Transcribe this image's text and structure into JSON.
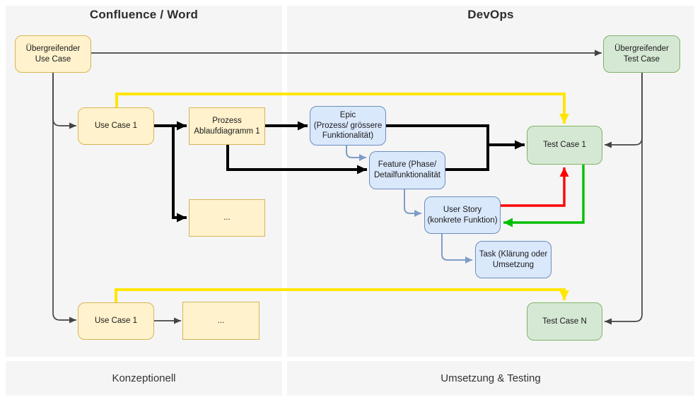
{
  "colors": {
    "panel_background": "#f5f5f5",
    "page_background": "#ffffff",
    "yellow_node_fill": "#fff2cc",
    "yellow_node_border": "#d6b656",
    "green_node_fill": "#d5e8d4",
    "green_node_border": "#82b366",
    "blue_node_fill": "#dae8fc",
    "blue_node_border": "#6c8ebf",
    "thin_connector": "#444444",
    "thick_connector": "#000000",
    "yellow_connector": "#ffe600",
    "red_connector": "#ff0000",
    "green_connector": "#00bf00",
    "blue_connector": "#7e9cc9"
  },
  "sections": {
    "left": {
      "title": "Confluence / Word",
      "footer": "Konzeptionell"
    },
    "right": {
      "title": "DevOps",
      "footer": "Umsetzung & Testing"
    }
  },
  "nodes": {
    "uebergreifender_use_case": {
      "label": "Übergreifender\nUse Case"
    },
    "use_case_1_mid": {
      "label": "Use Case 1"
    },
    "prozess_ablaufdiagramm_1": {
      "label": "Prozess\nAblaufdiagramm 1"
    },
    "placeholder_mid": {
      "label": "..."
    },
    "epic": {
      "label": "Epic\n(Prozess/ grössere\nFunktionalität)"
    },
    "feature": {
      "label": "Feature (Phase/\nDetailfunktionalität"
    },
    "user_story": {
      "label": "User Story\n(konkrete Funktion)"
    },
    "task": {
      "label": "Task (Klärung oder\nUmsetzung"
    },
    "test_case_1": {
      "label": "Test Case 1"
    },
    "use_case_1_bottom": {
      "label": "Use Case 1"
    },
    "placeholder_bottom": {
      "label": "..."
    },
    "test_case_n": {
      "label": "Test Case N"
    },
    "uebergreifender_test_case": {
      "label": "Übergreifender\nTest Case"
    }
  },
  "edges": [
    {
      "id": "uuc-to-utc",
      "from": "uebergreifender_use_case",
      "to": "uebergreifender_test_case",
      "style": "thin-black"
    },
    {
      "id": "uuc-to-uc1-mid",
      "from": "uebergreifender_use_case",
      "to": "use_case_1_mid",
      "style": "thin-black"
    },
    {
      "id": "uuc-to-uc1-bottom",
      "from": "uebergreifender_use_case",
      "to": "use_case_1_bottom",
      "style": "thin-black"
    },
    {
      "id": "uc1-to-prozess",
      "from": "use_case_1_mid",
      "to": "prozess_ablaufdiagramm_1",
      "style": "thick-black"
    },
    {
      "id": "uc1-to-placeholder",
      "from": "use_case_1_mid",
      "to": "placeholder_mid",
      "style": "thick-black"
    },
    {
      "id": "prozess-to-epic",
      "from": "prozess_ablaufdiagramm_1",
      "to": "epic",
      "style": "thick-black"
    },
    {
      "id": "prozess-to-feature",
      "from": "prozess_ablaufdiagramm_1",
      "to": "feature",
      "style": "thick-black"
    },
    {
      "id": "epic-feature-to-tc1",
      "from": "epic",
      "to": "test_case_1",
      "style": "thick-black"
    },
    {
      "id": "epic-to-feature",
      "from": "epic",
      "to": "feature",
      "style": "blue"
    },
    {
      "id": "feature-to-userstory",
      "from": "feature",
      "to": "user_story",
      "style": "blue"
    },
    {
      "id": "userstory-to-task",
      "from": "user_story",
      "to": "task",
      "style": "blue"
    },
    {
      "id": "uc1-mid-to-tc1",
      "from": "use_case_1_mid",
      "to": "test_case_1",
      "style": "yellow"
    },
    {
      "id": "uc1-bottom-to-tcn",
      "from": "use_case_1_bottom",
      "to": "test_case_n",
      "style": "yellow"
    },
    {
      "id": "userstory-to-tc1",
      "from": "user_story",
      "to": "test_case_1",
      "style": "red"
    },
    {
      "id": "tc1-to-userstory",
      "from": "test_case_1",
      "to": "user_story",
      "style": "green"
    },
    {
      "id": "utc-to-tc1",
      "from": "uebergreifender_test_case",
      "to": "test_case_1",
      "style": "thin-black"
    },
    {
      "id": "utc-to-tcn",
      "from": "uebergreifender_test_case",
      "to": "test_case_n",
      "style": "thin-black"
    },
    {
      "id": "uc1-bottom-to-placeholder",
      "from": "use_case_1_bottom",
      "to": "placeholder_bottom",
      "style": "thin-black"
    }
  ]
}
